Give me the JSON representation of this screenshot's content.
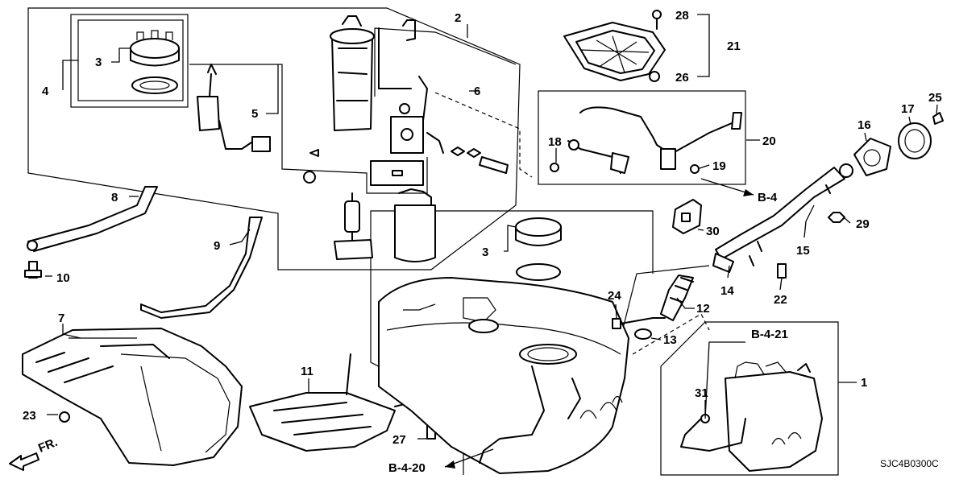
{
  "callouts": [
    {
      "id": "c1",
      "text": "1"
    },
    {
      "id": "c2",
      "text": "2"
    },
    {
      "id": "c3a",
      "text": "3"
    },
    {
      "id": "c3b",
      "text": "3"
    },
    {
      "id": "c4",
      "text": "4"
    },
    {
      "id": "c5",
      "text": "5"
    },
    {
      "id": "c6",
      "text": "6"
    },
    {
      "id": "c7",
      "text": "7"
    },
    {
      "id": "c8",
      "text": "8"
    },
    {
      "id": "c9",
      "text": "9"
    },
    {
      "id": "c10",
      "text": "10"
    },
    {
      "id": "c11",
      "text": "11"
    },
    {
      "id": "c12",
      "text": "12"
    },
    {
      "id": "c13",
      "text": "13"
    },
    {
      "id": "c14",
      "text": "14"
    },
    {
      "id": "c15",
      "text": "15"
    },
    {
      "id": "c16",
      "text": "16"
    },
    {
      "id": "c17",
      "text": "17"
    },
    {
      "id": "c18",
      "text": "18"
    },
    {
      "id": "c19",
      "text": "19"
    },
    {
      "id": "c20",
      "text": "20"
    },
    {
      "id": "c21",
      "text": "21"
    },
    {
      "id": "c22",
      "text": "22"
    },
    {
      "id": "c23",
      "text": "23"
    },
    {
      "id": "c24",
      "text": "24"
    },
    {
      "id": "c25",
      "text": "25"
    },
    {
      "id": "c26",
      "text": "26"
    },
    {
      "id": "c27",
      "text": "27"
    },
    {
      "id": "c28",
      "text": "28"
    },
    {
      "id": "c29",
      "text": "29"
    },
    {
      "id": "c30",
      "text": "30"
    },
    {
      "id": "c31",
      "text": "31"
    }
  ],
  "references": {
    "b4": "B-4",
    "b421": "B-4-21",
    "b420": "B-4-20"
  },
  "front_marker": "FR.",
  "diagram_code": "SJC4B0300C"
}
